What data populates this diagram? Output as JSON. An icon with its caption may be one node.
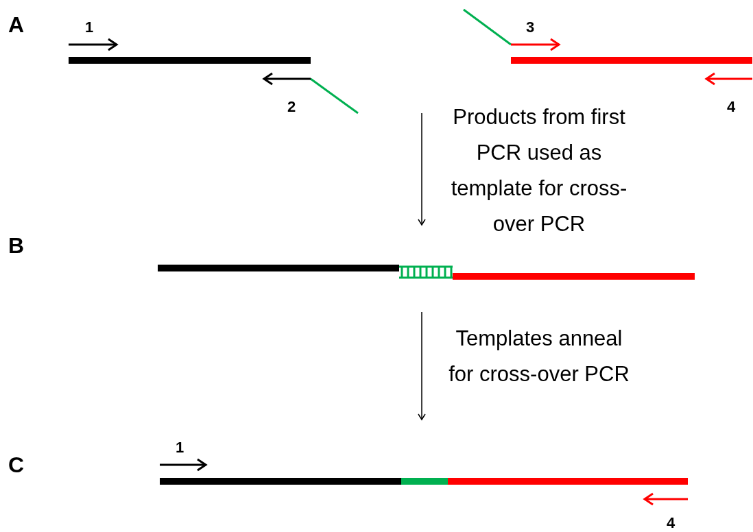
{
  "diagram": {
    "nodes": [
      {
        "text": [
          "A"
        ]
      },
      {
        "text": [
          "B"
        ]
      },
      {
        "text": [
          "C"
        ]
      }
    ],
    "edges": [
      {
        "from": 0,
        "to": 1,
        "arrow": "to",
        "label": "Products from first PCR used as template for cross-over PCR"
      },
      {
        "from": 1,
        "to": 2,
        "arrow": "to",
        "label": "Templates anneal for cross-over PCR"
      }
    ],
    "labels": [
      "1",
      "3",
      "2",
      "4",
      "1",
      "4"
    ]
  }
}
